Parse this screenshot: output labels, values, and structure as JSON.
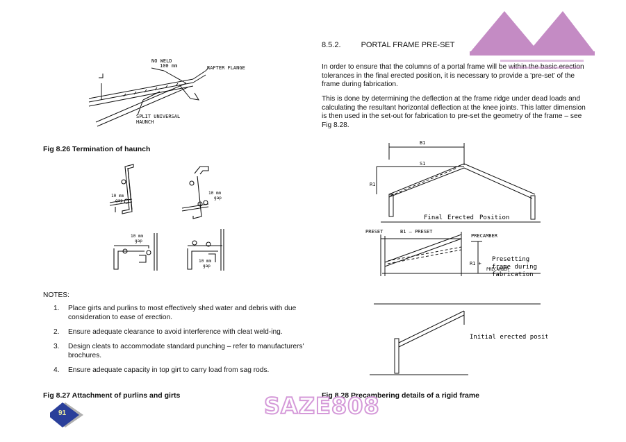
{
  "left": {
    "fig_826": {
      "caption": "Fig 8.26 Termination of haunch",
      "labels": {
        "no_weld": "NO WELD",
        "no_weld_len": "100 mm",
        "rafter_flange": "RAFTER FLANGE",
        "split_1": "SPLIT UNIVERSAL",
        "split_2": "HAUNCH"
      }
    },
    "fig_827": {
      "labels": {
        "gap_a1": "10 mm",
        "gap_a2": "gap",
        "gap_b1": "10 mm",
        "gap_b2": "gap",
        "gap_c1": "10 mm",
        "gap_c2": "gap",
        "gap_d1": "10 mm",
        "gap_d2": "gap"
      }
    },
    "notes": {
      "heading": "NOTES:",
      "items": [
        {
          "num": "1.",
          "text": "Place girts and purlins to most effectively shed water and debris with due consideration to ease of erection."
        },
        {
          "num": "2.",
          "text": "Ensure adequate clearance to avoid interference with cleat weld-ing."
        },
        {
          "num": "3.",
          "text": "Design cleats to accommodate standard punching – refer to manufacturers' brochures."
        },
        {
          "num": "4.",
          "text": "Ensure adequate capacity in top girt to carry load from sag rods."
        }
      ]
    },
    "caption_827": "Fig 8.27 Attachment of purlins and girts"
  },
  "right": {
    "section_number": "8.5.2.",
    "section_title": "PORTAL FRAME PRE-SET",
    "para1": "In order to ensure that the columns of a portal frame will be within the basic erection tolerances in the final erected position, it is necessary to provide a 'pre-set' of the frame during fabrication.",
    "para2": "This is done by determining the deflection at the frame ridge under dead loads and calculating the resultant horizontal deflection at the knee joints. This latter dimension is then used in the set-out for fabrication to pre-set the geometry of the frame – see Fig 8.28.",
    "fig_828": {
      "b1": "B1",
      "s1": "S1",
      "r1": "R1",
      "final": "Final",
      "erected": "Erected",
      "position": "Position",
      "preset": "PRESET",
      "b1_preset": "B1 – PRESET",
      "precamber": "PRECAMBER",
      "r1_plus": "R1 +",
      "precamber_v": "PRECAMBER",
      "presetting1": "Presetting",
      "presetting2": "frame during",
      "presetting3": "fabrication",
      "initial": "Initial erected position"
    },
    "caption_828": "Fig 8.28 Precambering details of a rigid frame"
  },
  "footer": {
    "page_number": "91",
    "watermark": "SAZE808"
  },
  "colors": {
    "logo": "#c48bc4",
    "page_badge": "#2a3f9a",
    "watermark": "#d59ad9"
  }
}
